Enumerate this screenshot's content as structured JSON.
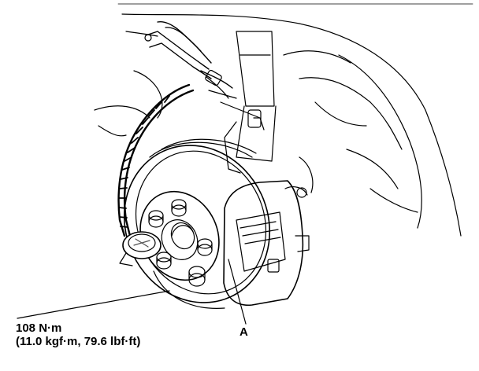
{
  "callouts": {
    "torque_value": "108 N·m",
    "torque_alt": "(11.0 kgf·m, 79.6 lbf·ft)",
    "part_label": "A"
  },
  "colors": {
    "ink": "#000000",
    "background": "#ffffff",
    "hatch": "#555555"
  }
}
